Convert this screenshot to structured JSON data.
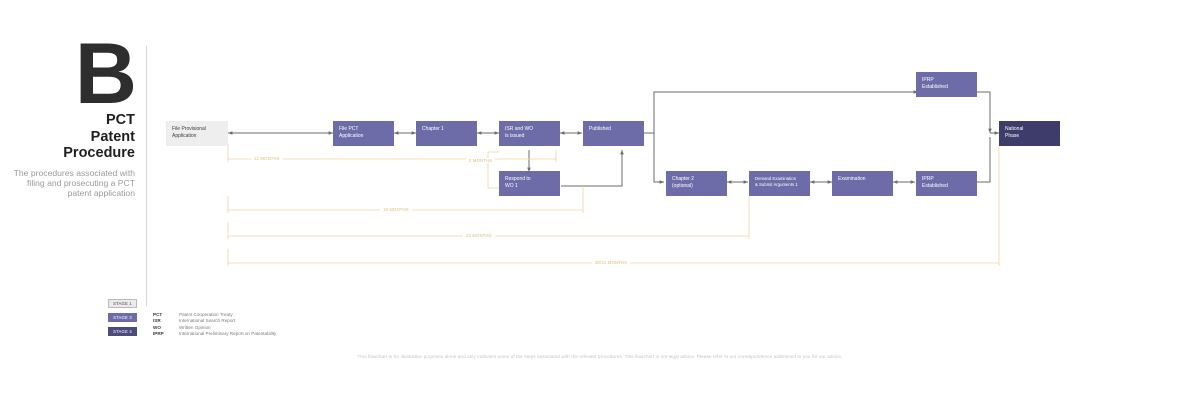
{
  "header": {
    "letter": "B",
    "title_lines": [
      "PCT",
      "Patent",
      "Procedure"
    ],
    "subtitle": "The procedures associated with filing and prosecuting a PCT patent application"
  },
  "stage_legend": [
    {
      "label": "STAGE 1",
      "color": "#eceaea"
    },
    {
      "label": "STAGE 3",
      "color": "#6d6ca8"
    },
    {
      "label": "STAGE 4",
      "color": "#4c4b7e"
    }
  ],
  "abbreviations": [
    {
      "key": "PCT",
      "value": "Patent Cooperation Treaty"
    },
    {
      "key": "ISR",
      "value": "International Search Report"
    },
    {
      "key": "WO",
      "value": "Written Opinion"
    },
    {
      "key": "IPRP",
      "value": "International Preliminary Report on Patentability"
    }
  ],
  "footer": "This flowchart is for illustrative purposes alone and only indicates some of the steps associated with the relevant procedures. This flowchart is not legal advice. Please refer to our correspondence addressed to you for our advice.",
  "nodes": [
    {
      "id": "file-provisional",
      "line1": "File Provisional",
      "line2": "Application"
    },
    {
      "id": "file-pct",
      "line1": "File PCT",
      "line2": "Application"
    },
    {
      "id": "chapter-1",
      "line1": "Chapter 1",
      "line2": ""
    },
    {
      "id": "isr-wo-issued",
      "line1": "ISR and WO",
      "line2": "is issued"
    },
    {
      "id": "published",
      "line1": "Published",
      "line2": ""
    },
    {
      "id": "respond-wo-1",
      "line1": "Respond to",
      "line2": "WO 1"
    },
    {
      "id": "iprp-established-top",
      "line1": "IPRP",
      "line2": "Established"
    },
    {
      "id": "chapter-2",
      "line1": "Chapter 2",
      "line2": "(optional)"
    },
    {
      "id": "demand-examination",
      "line1": "Demand Examination",
      "line2": "& Submit Arguments 1"
    },
    {
      "id": "examination",
      "line1": "Examination",
      "line2": ""
    },
    {
      "id": "iprp-established-bottom",
      "line1": "IPRP",
      "line2": "Established"
    },
    {
      "id": "national-phase",
      "line1": "National",
      "line2": "Phase"
    }
  ],
  "timeline_labels": [
    {
      "id": "months-12",
      "text": "12 MONTHS"
    },
    {
      "id": "months-2",
      "text": "2 MONTHS"
    },
    {
      "id": "months-18",
      "text": "18 MONTHS"
    },
    {
      "id": "months-22",
      "text": "22 MONTHS"
    },
    {
      "id": "months-3031",
      "text": "30/31 MONTHS"
    }
  ],
  "colors": {
    "node_purple": "#6d6ca8",
    "node_dark": "#3d3c6b",
    "node_grey": "#eeeeee",
    "timeline": "#e2b871",
    "wire": "#6b6b6b"
  }
}
